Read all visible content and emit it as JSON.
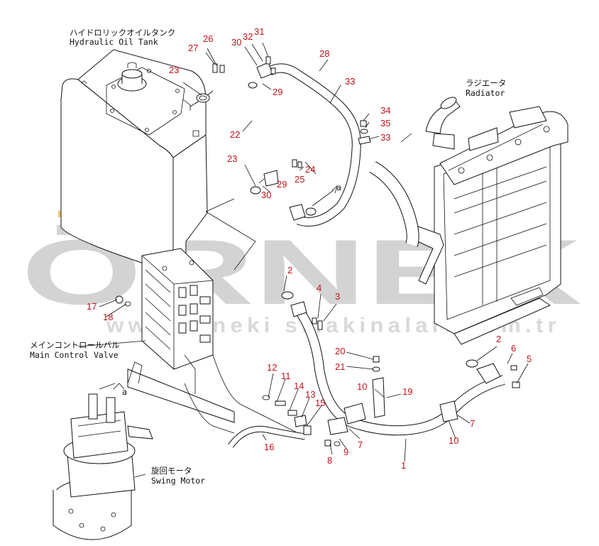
{
  "watermark": {
    "brand": "ÖRNEK",
    "website": "www.orneki smakinalari.com.tr"
  },
  "component_labels": {
    "hydraulic_oil_tank_jp": "ハイドロリックオイルタンク",
    "hydraulic_oil_tank_en": "Hydraulic Oil Tank",
    "radiator_jp": "ラジエータ",
    "radiator_en": "Radiator",
    "main_control_valve_jp": "メインコントロールバル",
    "main_control_valve_en": "Main Control Valve",
    "swing_motor_jp": "旋回モータ",
    "swing_motor_en": "Swing Motor"
  },
  "connection_marks": {
    "a_upper": "a",
    "a_lower": "a"
  },
  "part_numbers": {
    "p26": "26",
    "p27": "27",
    "p30_top": "30",
    "p32": "32",
    "p31": "31",
    "p28": "28",
    "p23_top": "23",
    "p29_top": "29",
    "p33_top": "33",
    "p22": "22",
    "p34": "34",
    "p35": "35",
    "p33_mid": "33",
    "p23_mid": "23",
    "p24": "24",
    "p25": "25",
    "p29_mid": "29",
    "p30_mid": "30",
    "p2_upper": "2",
    "p4": "4",
    "p3": "3",
    "p17": "17",
    "p18": "18",
    "p2_right": "2",
    "p6": "6",
    "p5": "5",
    "p20": "20",
    "p21": "21",
    "p12": "12",
    "p11": "11",
    "p14": "14",
    "p13": "13",
    "p15": "15",
    "p10_left": "10",
    "p19": "19",
    "p16": "16",
    "p9": "9",
    "p8": "8",
    "p7_lower": "7",
    "p7_right": "7",
    "p10_right": "10",
    "p1": "1"
  }
}
